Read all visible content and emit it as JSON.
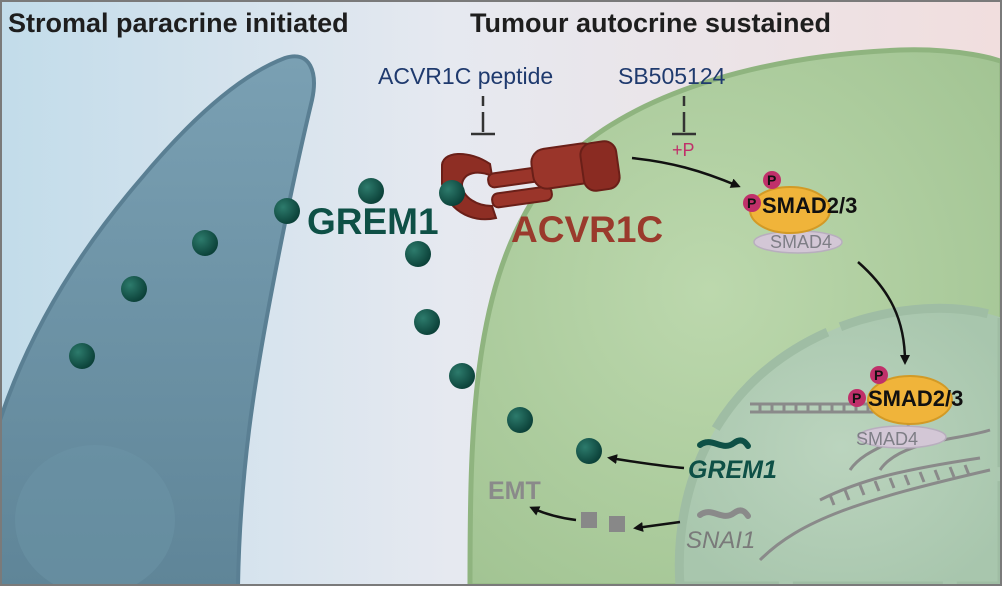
{
  "headers": {
    "left": "Stromal paracrine initiated",
    "right": "Tumour autocrine sustained"
  },
  "inhibitors": {
    "peptide": "ACVR1C peptide",
    "small_molecule": "SB505124",
    "phospho": "+P"
  },
  "labels": {
    "grem1": "GREM1",
    "receptor": "ACVR1C",
    "smad23": "SMAD2/3",
    "smad4": "SMAD4",
    "phospho_mark": "P"
  },
  "genes": {
    "grem1": "GREM1",
    "snai1": "SNAI1",
    "emt": "EMT"
  },
  "colors": {
    "stroma_cell": "#6f93a6",
    "tumour_cell": "#a9c99a",
    "ligand": "#0e5046",
    "receptor": "#8e2e24",
    "smad": "#f0b43a",
    "phospho": "#c0306a"
  }
}
